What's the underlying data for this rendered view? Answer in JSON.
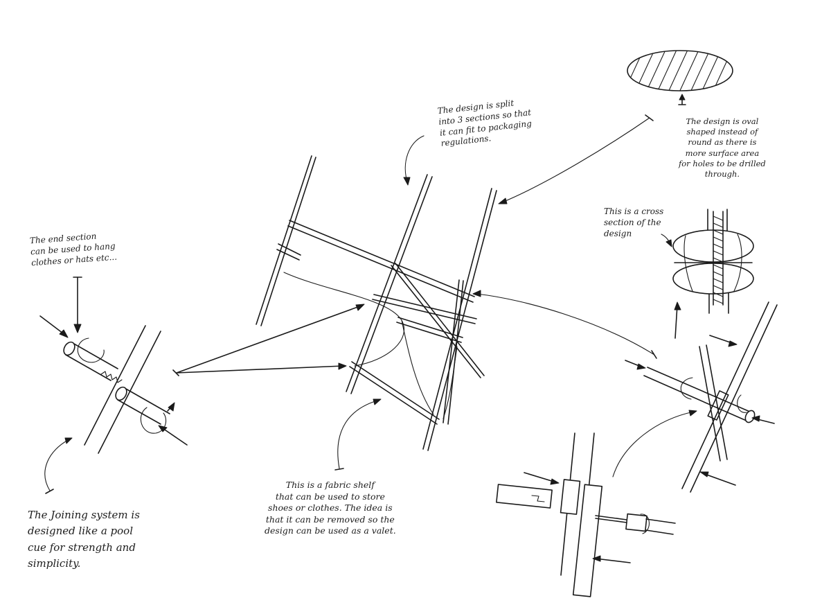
{
  "annotations": {
    "end_section": "The end section\ncan be used to hang\nclothes or hats etc...",
    "joining_system": "The Joining system is\ndesigned like a pool\ncue for strength and\nsimplicity.",
    "split_sections": "The design is split\ninto 3 sections so that\nit can fit to packaging\nregulations.",
    "oval_shape": "The design is oval\nshaped instead of\nround as there is\nmore surface area\nfor holes to be drilled\nthrough.",
    "cross_section": "This is a cross\nsection of the\ndesign",
    "fabric_shelf": "This is a fabric shelf\nthat can be used to store\nshoes or clothes. The idea is\nthat it can be removed so the\ndesign can be used as a valet."
  }
}
